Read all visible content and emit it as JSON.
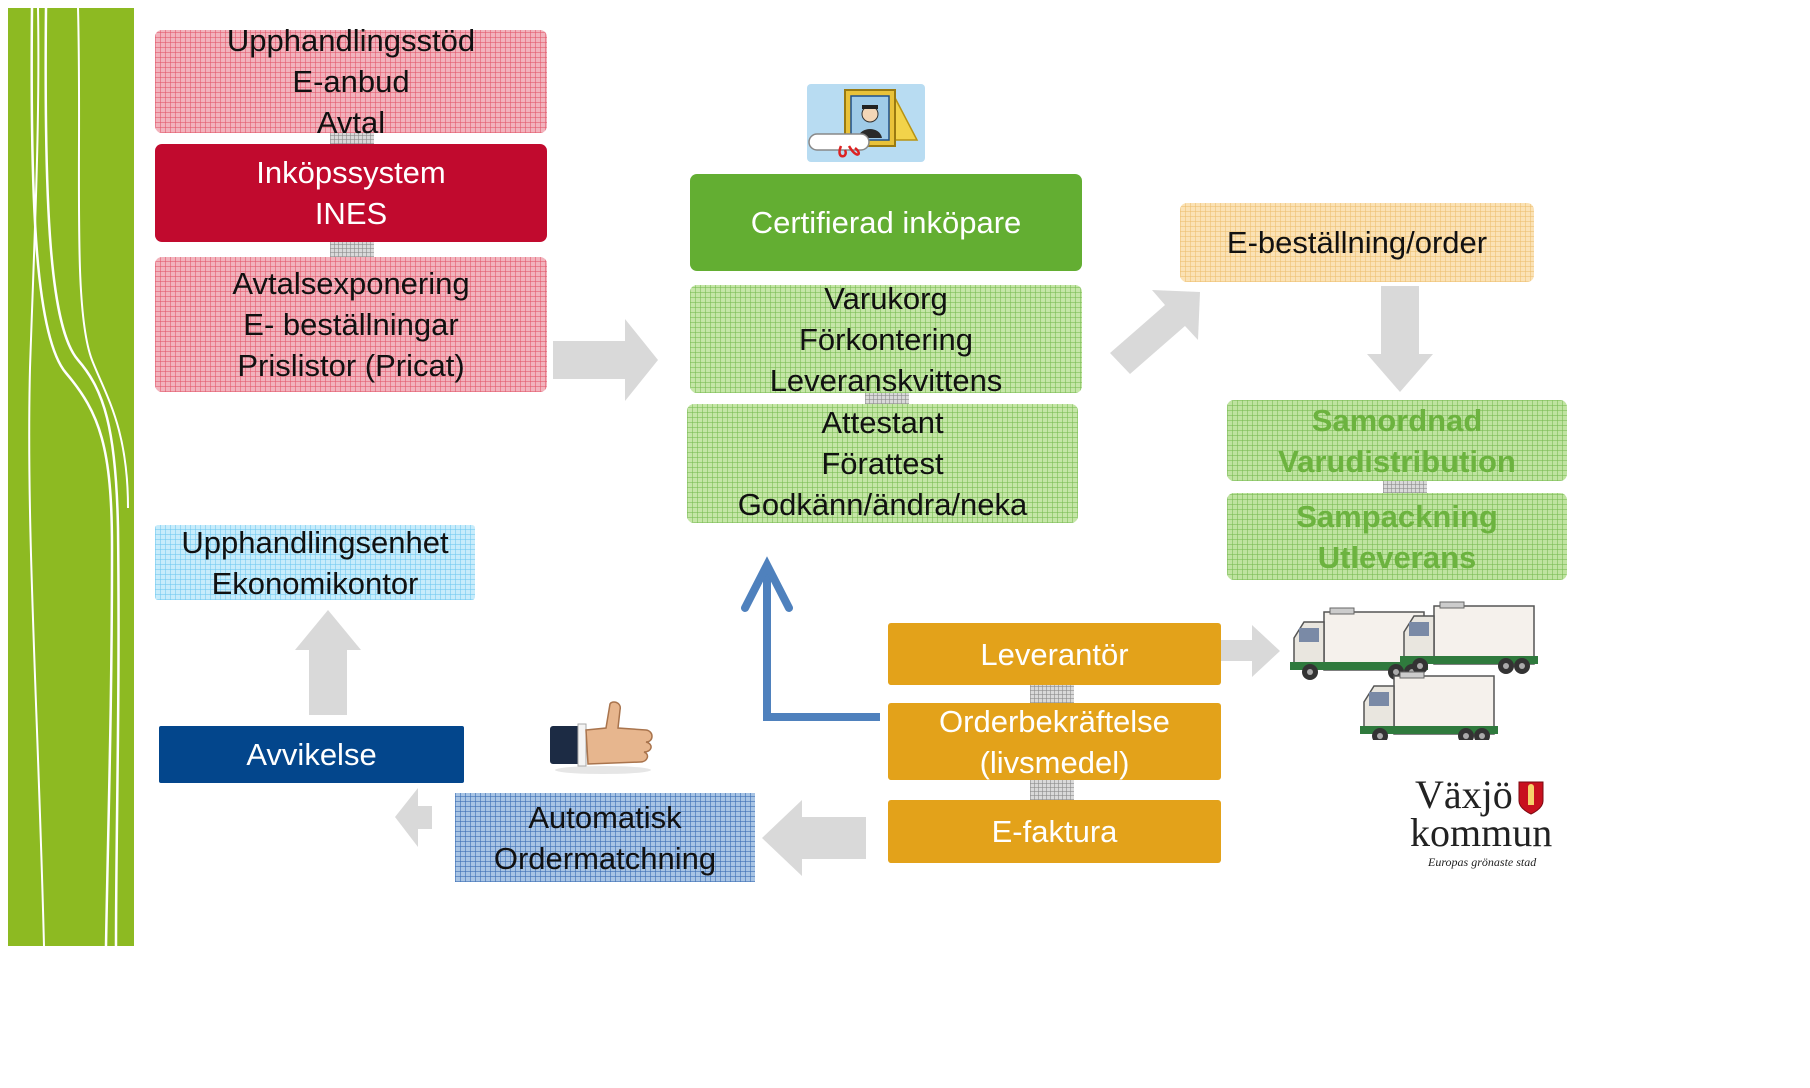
{
  "colors": {
    "sidebar_green": "#8dba22",
    "inkop_red": "#c10a2e",
    "certified_green": "#63ae32",
    "supplier_orange": "#e3a21a",
    "deviation_navy": "#03468c",
    "arrow_grey": "#d9d9d9",
    "return_arrow_blue": "#4f81bd"
  },
  "boxes": {
    "upphandling": {
      "lines": [
        "Upphandlingsstöd",
        "E-anbud",
        "Avtal"
      ]
    },
    "inkopssystem": {
      "lines": [
        "Inköpssystem",
        "INES"
      ]
    },
    "avtalsexponering": {
      "lines": [
        "Avtalsexponering",
        "E- beställningar",
        "Prislistor (Pricat)"
      ]
    },
    "certifierad": {
      "lines": [
        "Certifierad inköpare"
      ]
    },
    "varukorg": {
      "lines": [
        "Varukorg",
        "Förkontering",
        "Leveranskvittens"
      ]
    },
    "attestant": {
      "lines": [
        "Attestant",
        "Förattest",
        "Godkänn/ändra/neka"
      ]
    },
    "ebestallning": {
      "lines": [
        "E-beställning/order"
      ]
    },
    "samordnad": {
      "lines": [
        "Samordnad",
        "Varudistribution"
      ]
    },
    "sampackning": {
      "lines": [
        "Sampackning",
        "Utleverans"
      ]
    },
    "upphandlingsenhet": {
      "lines": [
        "Upphandlingsenhet",
        "Ekonomikontor"
      ]
    },
    "leverantor": {
      "lines": [
        "Leverantör"
      ]
    },
    "orderbekraftelse": {
      "lines": [
        "Orderbekräftelse",
        "(livsmedel)"
      ]
    },
    "efaktura": {
      "lines": [
        "E-faktura"
      ]
    },
    "automatisk": {
      "lines": [
        "Automatisk",
        "Ordermatchning"
      ]
    },
    "avvikelse": {
      "lines": [
        "Avvikelse"
      ]
    }
  },
  "icons": {
    "certificate": "certificate-icon",
    "thumbs_up": "thumbs-up-icon",
    "trucks": "delivery-truck-icon"
  },
  "logo": {
    "name_line1": "Växjö",
    "name_line2": "kommun",
    "tagline": "Europas grönaste stad"
  }
}
